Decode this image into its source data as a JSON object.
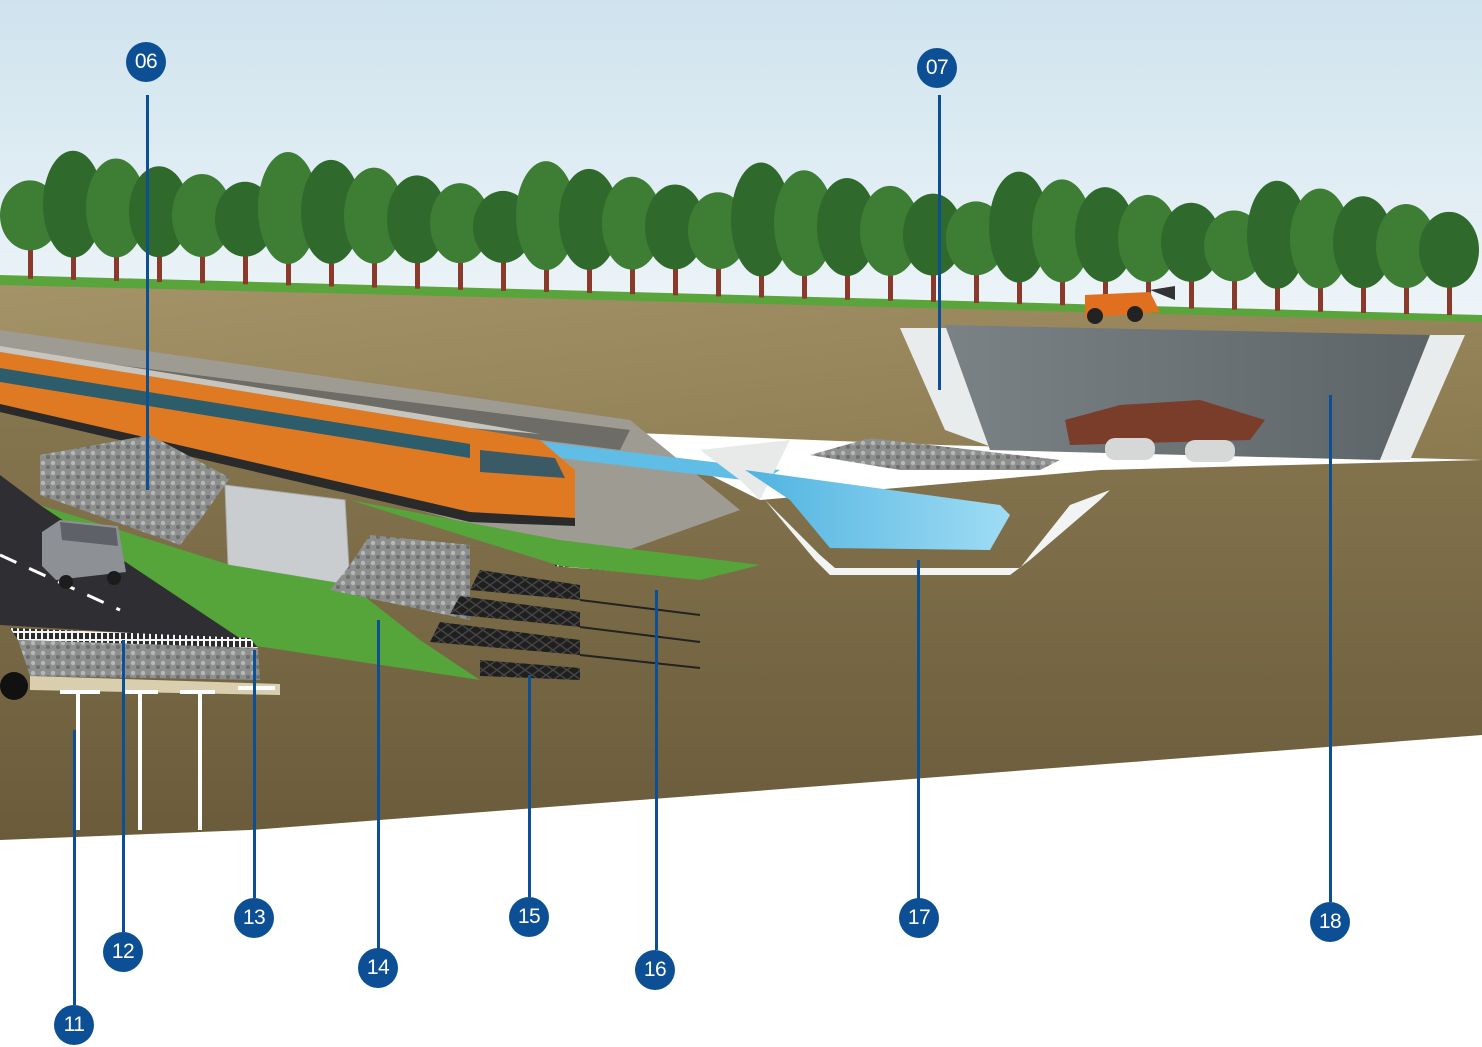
{
  "callouts": [
    {
      "label": "06"
    },
    {
      "label": "07"
    },
    {
      "label": "11"
    },
    {
      "label": "12"
    },
    {
      "label": "13"
    },
    {
      "label": "14"
    },
    {
      "label": "15"
    },
    {
      "label": "16"
    },
    {
      "label": "17"
    },
    {
      "label": "18"
    }
  ],
  "colors": {
    "callout_blue": "#0d4f94",
    "sky_top": "#cfe3ee",
    "sky_bottom": "#eaf3f7",
    "soil": "#7a6a45",
    "grass": "#58a43d",
    "water": "#6ec6ea",
    "train_orange": "#e07a22",
    "liner_grey": "#6c7478"
  }
}
